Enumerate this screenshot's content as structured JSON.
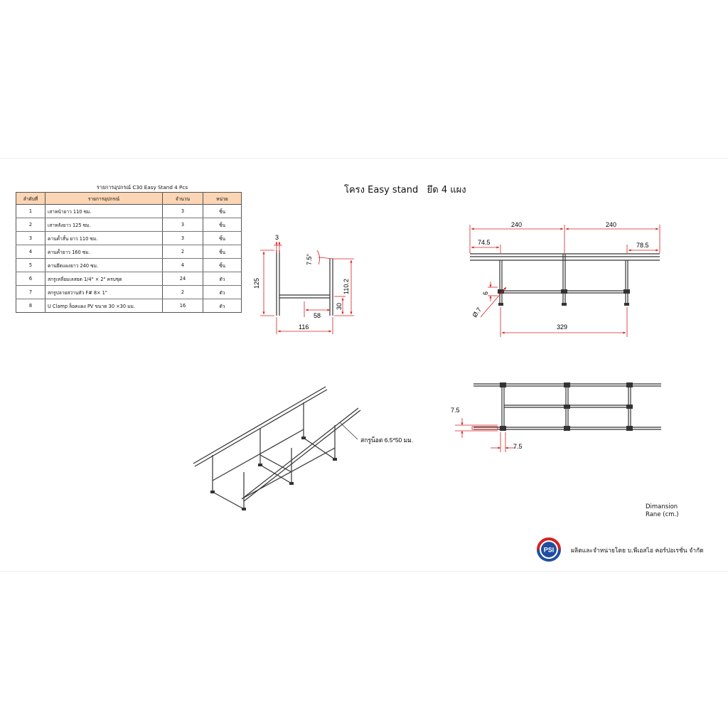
{
  "sheet_title": "โครง Easy stand   ยึด 4 แผง",
  "parts_table": {
    "title": "รายการอุปกรณ์ C30 Easy Stand 4 Pcs",
    "headers": [
      "ลำดับที่",
      "รายการอุปกรณ์",
      "จำนวน",
      "หน่วย"
    ],
    "rows": [
      [
        "1",
        "เสาหน้ายาว 110 ซม.",
        "3",
        "ชิ้น"
      ],
      [
        "2",
        "เสาหลังยาว 125 ซม.",
        "3",
        "ชิ้น"
      ],
      [
        "3",
        "คานค้ำสั้น ยาว 110 ซม.",
        "3",
        "ชิ้น"
      ],
      [
        "4",
        "คานค้ำยาว 160 ซม.",
        "2",
        "ชิ้น"
      ],
      [
        "5",
        "คานยึดแผงยาว 240 ซม.",
        "4",
        "ชิ้น"
      ],
      [
        "6",
        "สกรูเหลี่ยมเลสยด 1/4\" × 2\" ครบชุด",
        "24",
        "ตัว"
      ],
      [
        "7",
        "สกรูปลายสว่านหัว F# 8× 1\"",
        "2",
        "ตัว"
      ],
      [
        "8",
        "U Clamp ล็อคแผง PV ขนาด 30 ×30 มม.",
        "16",
        "ตัว"
      ]
    ]
  },
  "side_view": {
    "dim_top": "3",
    "dim_height_left": "125",
    "dim_angle": "7.5°",
    "dim_height_right": "110.2",
    "dim_low": "30",
    "dim_mid": "58",
    "dim_width": "116"
  },
  "front_view": {
    "dim_span_left": "240",
    "dim_span_right": "240",
    "dim_over_left": "74.5",
    "dim_over_right": "78.5",
    "dim_small": "6",
    "dim_dia": "Ø.7",
    "dim_total": "329"
  },
  "iso_view": {
    "callout": "สกรูน็อต 6.5*50 มม."
  },
  "top_view": {
    "dim_a": "7.5",
    "dim_b": "7.5"
  },
  "note": {
    "line1": "Dimansion",
    "line2": "Rane  (cm.)"
  },
  "logo": {
    "text": "PSI"
  },
  "company": "ผลิตและจำหน่ายโดย บ.พีเอสไอ คอร์ปอเรชั่น จำกัด",
  "colors": {
    "dimension": "#d62020",
    "header_fill": "#fcd5b4",
    "logo_red": "#d62020",
    "logo_blue": "#1f4fa0"
  }
}
